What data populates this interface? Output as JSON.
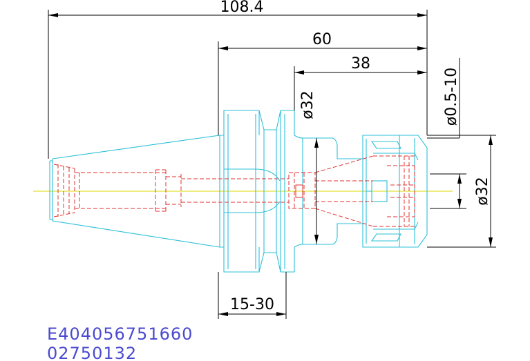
{
  "drawing": {
    "dimensions": {
      "overall_length": "108.4",
      "flange_length": "60",
      "nut_length": "38",
      "collet_range": "ø0.5-10",
      "bore_diameter": "ø32",
      "nut_diameter": "ø32",
      "adjust_range": "15-30"
    },
    "codes": {
      "part_number": "E404056751660",
      "item_number": "02750132"
    },
    "colors": {
      "outline": "#2bc0d8",
      "hidden_lines": "#e23030",
      "dimensions": "#000000",
      "center_axis": "#d8d800",
      "code_text": "#4a4ad0"
    }
  }
}
